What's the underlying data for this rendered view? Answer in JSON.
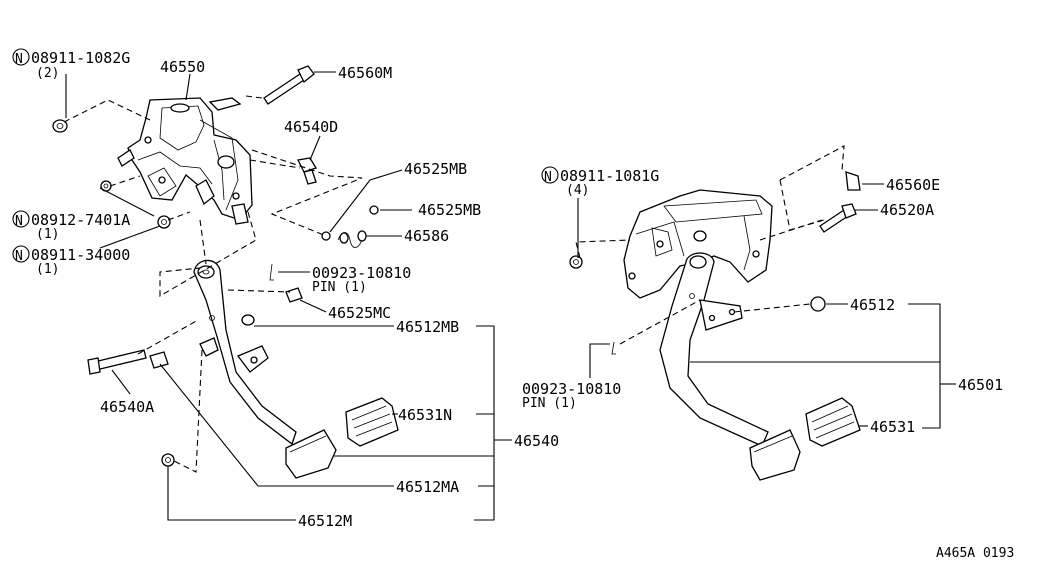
{
  "diagram_code": "A465A 0193",
  "symbol_n": "N",
  "labels": {
    "p08911_1082G": "08911-1082G",
    "p08911_1082G_qty": "(2)",
    "p46550": "46550",
    "p46560M": "46560M",
    "p46540D": "46540D",
    "p46525MB_1": "46525MB",
    "p46525MB_2": "46525MB",
    "p46586": "46586",
    "p08912_7401A": "08912-7401A",
    "p08912_7401A_qty": "(1)",
    "p08911_34000": "08911-34000",
    "p08911_34000_qty": "(1)",
    "p00923_10810_L": "00923-10810",
    "pin1_L": "PIN (1)",
    "p46525MC": "46525MC",
    "p46512MB": "46512MB",
    "p46540A": "46540A",
    "p46531N": "46531N",
    "p46540": "46540",
    "p46512MA": "46512MA",
    "p46512M": "46512M",
    "p08911_1081G": "08911-1081G",
    "p08911_1081G_qty": "(4)",
    "p46560E": "46560E",
    "p46520A": "46520A",
    "p46512": "46512",
    "p00923_10810_R": "00923-10810",
    "pin1_R": "PIN (1)",
    "p46501": "46501",
    "p46531": "46531"
  }
}
